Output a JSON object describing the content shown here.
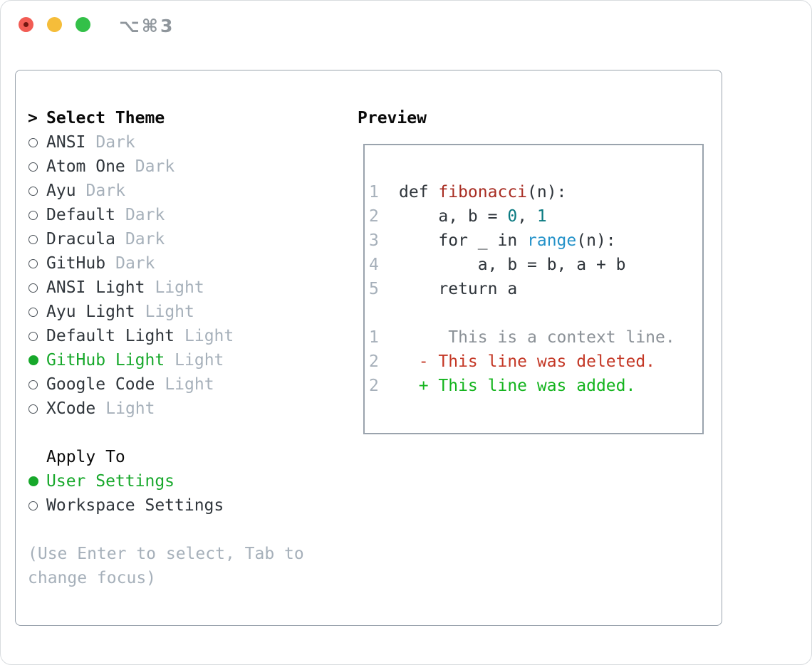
{
  "window": {
    "title": "⌥⌘3"
  },
  "theme_picker": {
    "focus_marker": ">",
    "header": "Select Theme",
    "items": [
      {
        "name": "ANSI",
        "tag": "Dark",
        "selected": false
      },
      {
        "name": "Atom One",
        "tag": "Dark",
        "selected": false
      },
      {
        "name": "Ayu",
        "tag": "Dark",
        "selected": false
      },
      {
        "name": "Default",
        "tag": "Dark",
        "selected": false
      },
      {
        "name": "Dracula",
        "tag": "Dark",
        "selected": false
      },
      {
        "name": "GitHub",
        "tag": "Dark",
        "selected": false
      },
      {
        "name": "ANSI Light",
        "tag": "Light",
        "selected": false
      },
      {
        "name": "Ayu Light",
        "tag": "Light",
        "selected": false
      },
      {
        "name": "Default Light",
        "tag": "Light",
        "selected": false
      },
      {
        "name": "GitHub Light",
        "tag": "Light",
        "selected": true
      },
      {
        "name": "Google Code",
        "tag": "Light",
        "selected": false
      },
      {
        "name": "XCode",
        "tag": "Light",
        "selected": false
      }
    ]
  },
  "apply_to": {
    "header": "Apply To",
    "options": [
      {
        "name": "User Settings",
        "selected": true
      },
      {
        "name": "Workspace Settings",
        "selected": false
      }
    ]
  },
  "help_text": "(Use Enter to select, Tab to change focus)",
  "preview": {
    "header": "Preview",
    "code": [
      {
        "num": "1",
        "parts": [
          {
            "t": "def ",
            "c": "fg"
          },
          {
            "t": "fibonacci",
            "c": "func"
          },
          {
            "t": "(n):",
            "c": "fg"
          }
        ]
      },
      {
        "num": "2",
        "parts": [
          {
            "t": "    a, b = ",
            "c": "fg"
          },
          {
            "t": "0",
            "c": "num"
          },
          {
            "t": ", ",
            "c": "fg"
          },
          {
            "t": "1",
            "c": "num"
          }
        ]
      },
      {
        "num": "3",
        "parts": [
          {
            "t": "    for _ in ",
            "c": "fg"
          },
          {
            "t": "range",
            "c": "call"
          },
          {
            "t": "(n):",
            "c": "fg"
          }
        ]
      },
      {
        "num": "4",
        "parts": [
          {
            "t": "        a, b = b, a + b",
            "c": "fg"
          }
        ]
      },
      {
        "num": "5",
        "parts": [
          {
            "t": "    return a",
            "c": "fg"
          }
        ]
      },
      {
        "num": "",
        "parts": [
          {
            "t": "",
            "c": "fg"
          }
        ]
      },
      {
        "num": "1",
        "parts": [
          {
            "t": "     This is a context line.",
            "c": "ctx"
          }
        ]
      },
      {
        "num": "2",
        "parts": [
          {
            "t": "  - This line was deleted.",
            "c": "del"
          }
        ]
      },
      {
        "num": "2",
        "parts": [
          {
            "t": "  + This line was added.",
            "c": "add"
          }
        ]
      }
    ]
  },
  "colors": {
    "selected_green": "#17a82b",
    "added_green": "#14b41e",
    "deleted_red": "#c43826",
    "function_red": "#a82d23",
    "number_teal": "#0a7a81",
    "call_blue": "#2492c9",
    "context_gray": "#8b9197",
    "muted_gray": "#a6b0ba",
    "text_dark": "#2f353b",
    "border_gray": "#9aa3ad",
    "traffic_red": "#f25c54",
    "traffic_yellow": "#f5bd3a",
    "traffic_green": "#33c048"
  }
}
